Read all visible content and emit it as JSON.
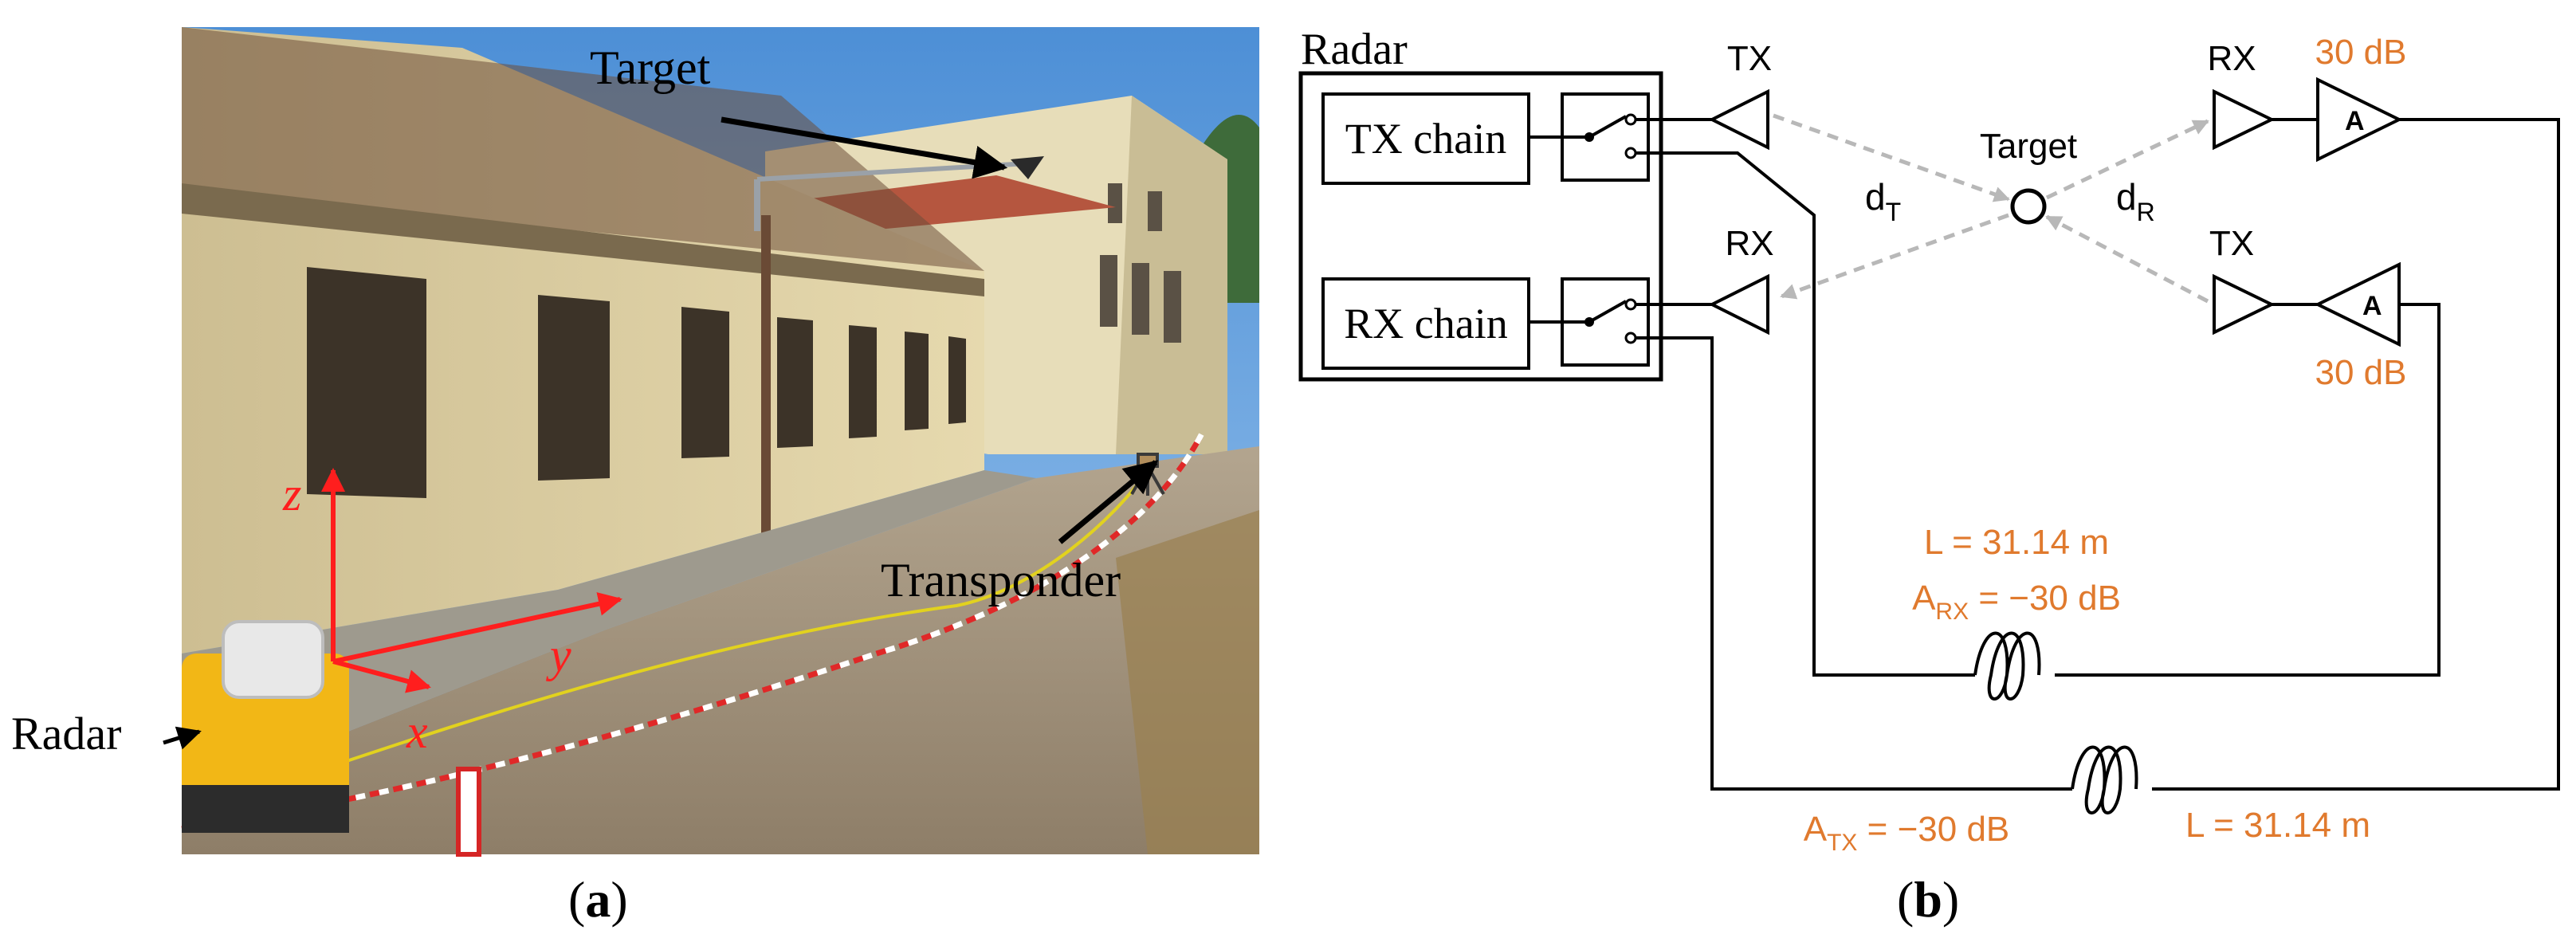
{
  "panel_a": {
    "caption_open": "(",
    "caption_letter": "a",
    "caption_close": ")",
    "labels": {
      "target": "Target",
      "transponder": "Transponder",
      "radar": "Radar",
      "axis_z": "z",
      "axis_y": "y",
      "axis_x": "x"
    }
  },
  "panel_b": {
    "caption_open": "(",
    "caption_letter": "b",
    "caption_close": ")",
    "radar_title": "Radar",
    "tx_chain": "TX chain",
    "rx_chain": "RX chain",
    "antenna_tx_left": "TX",
    "antenna_rx_left": "RX",
    "target_label": "Target",
    "d_t": {
      "base": "d",
      "sub": "T"
    },
    "d_r": {
      "base": "d",
      "sub": "R"
    },
    "antenna_rx_right": "RX",
    "antenna_tx_right": "TX",
    "amp_symbol": "A",
    "gain_top": "30 dB",
    "gain_bottom": "30 dB",
    "cable_rx": {
      "length": "L = 31.14 m",
      "atten_base": "A",
      "atten_sub": "RX",
      "atten_value": " = −30 dB"
    },
    "cable_tx": {
      "atten_base": "A",
      "atten_sub": "TX",
      "atten_value": " = −30 dB",
      "length": "L = 31.14 m"
    },
    "colors": {
      "annotation": "#E07A2E",
      "signal_path": "#B8B8B8",
      "line": "#000000"
    }
  }
}
